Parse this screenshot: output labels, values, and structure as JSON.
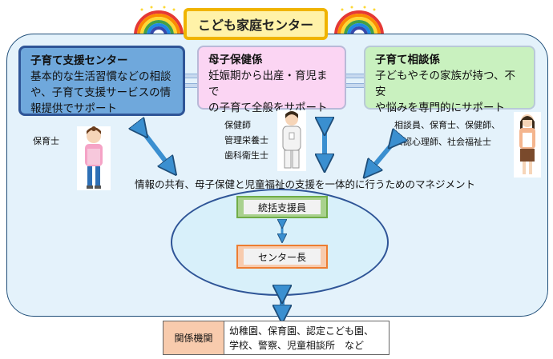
{
  "title": "こども家庭センター",
  "boxes": {
    "support": {
      "heading": "子育て支援センター",
      "line1": "基本的な生活習慣などの相談",
      "line2": "や、子育て支援サービスの情",
      "line3": "報提供でサポート"
    },
    "maternal": {
      "heading": "母子保健係",
      "line1": "妊娠期から出産・育児まで",
      "line2": "の子育て全般をサポート"
    },
    "consult": {
      "heading": "子育て相談係",
      "line1": "子どもやその家族が持つ、不安",
      "line2": "や悩みを専門的にサポート"
    }
  },
  "roles": {
    "left": "保育士",
    "center_1": "保健師",
    "center_2": "管理栄養士",
    "center_3": "歯科衛生士",
    "right_1": "相談員、保育士、保健師、",
    "right_2": "公認心理師、社会福祉士"
  },
  "management": "情報の共有、母子保健と児童福祉の支援を一体的に行うためのマネジメント",
  "coordinator": "統括支援員",
  "director": "センター長",
  "related": {
    "label": "関係機関",
    "line1": "幼稚園、保育園、認定こども園、",
    "line2": "学校、警察、児童相談所　など"
  },
  "colors": {
    "frame": "#e4f2fb",
    "support_box": "#6fa8dc",
    "maternal_box": "#fbd5f3",
    "consult_box": "#c9f1bf",
    "arrow": "#3a8fd0",
    "title_fill": "#fff2a8",
    "title_border": "#f0b400"
  },
  "icons": {
    "left": "rainbow-icon",
    "right": "rainbow-icon",
    "people": [
      "childcare-worker-illustration",
      "nurse-illustration",
      "counselor-illustration"
    ]
  }
}
